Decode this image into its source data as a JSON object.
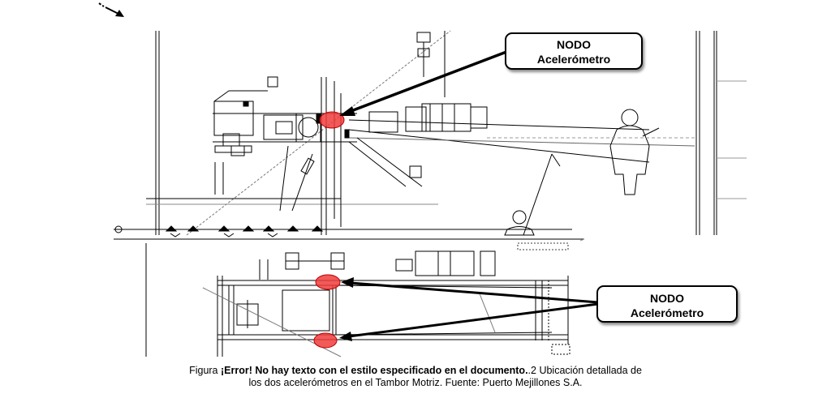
{
  "callouts": {
    "top": {
      "line1": "NODO",
      "line2": "Acelerómetro"
    },
    "bottom": {
      "line1": "NODO",
      "line2": "Acelerómetro"
    }
  },
  "caption": {
    "prefix": "Figura ",
    "error_text": "¡Error! No hay texto con el estilo especificado en el documento.",
    "line1_suffix": ".2 Ubicación detallada de",
    "line2": "los dos acelerómetros en el Tambor Motriz. Fuente: Puerto Mejillones S.A."
  },
  "colors": {
    "node_marker": "#f03c3c",
    "line": "#000000"
  }
}
